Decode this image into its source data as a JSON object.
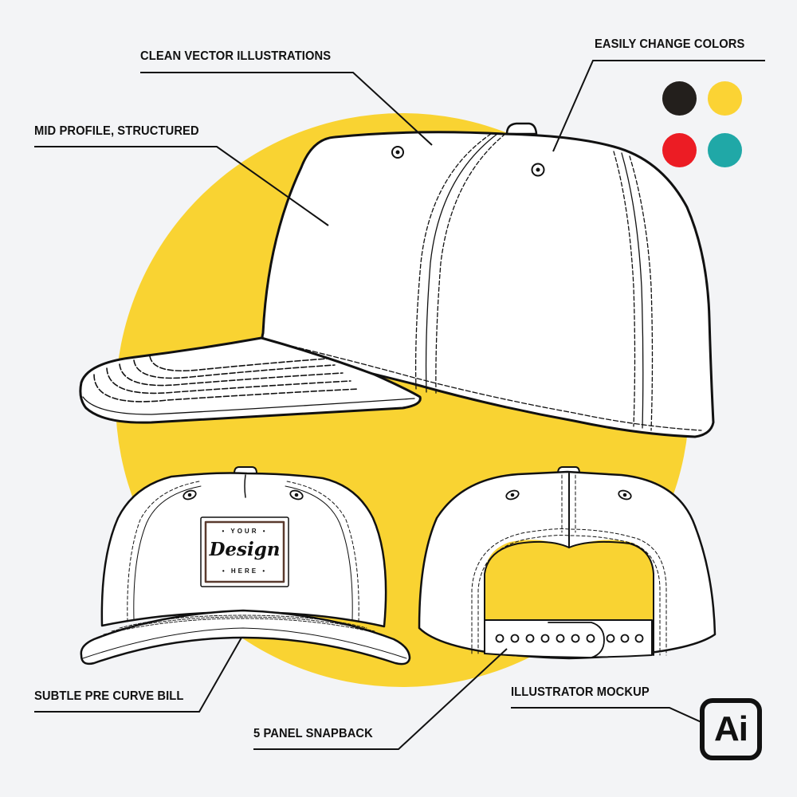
{
  "labels": {
    "clean_vector": "CLEAN VECTOR ILLUSTRATIONS",
    "easily_change": "EASILY CHANGE COLORS",
    "mid_profile": "MID PROFILE, STRUCTURED",
    "pre_curve": "SUBTLE PRE CURVE BILL",
    "snapback": "5 PANEL SNAPBACK",
    "illustrator": "ILLUSTRATOR MOCKUP"
  },
  "patch": {
    "top": "• YOUR •",
    "middle": "Design",
    "bottom": "• HERE •"
  },
  "ai_icon": {
    "text": "Ai"
  },
  "colors": {
    "background": "#f3f4f6",
    "accent_circle": "#f9d332",
    "swatches": [
      "#231f1c",
      "#fbd334",
      "#ec1c24",
      "#20a8a7"
    ]
  }
}
